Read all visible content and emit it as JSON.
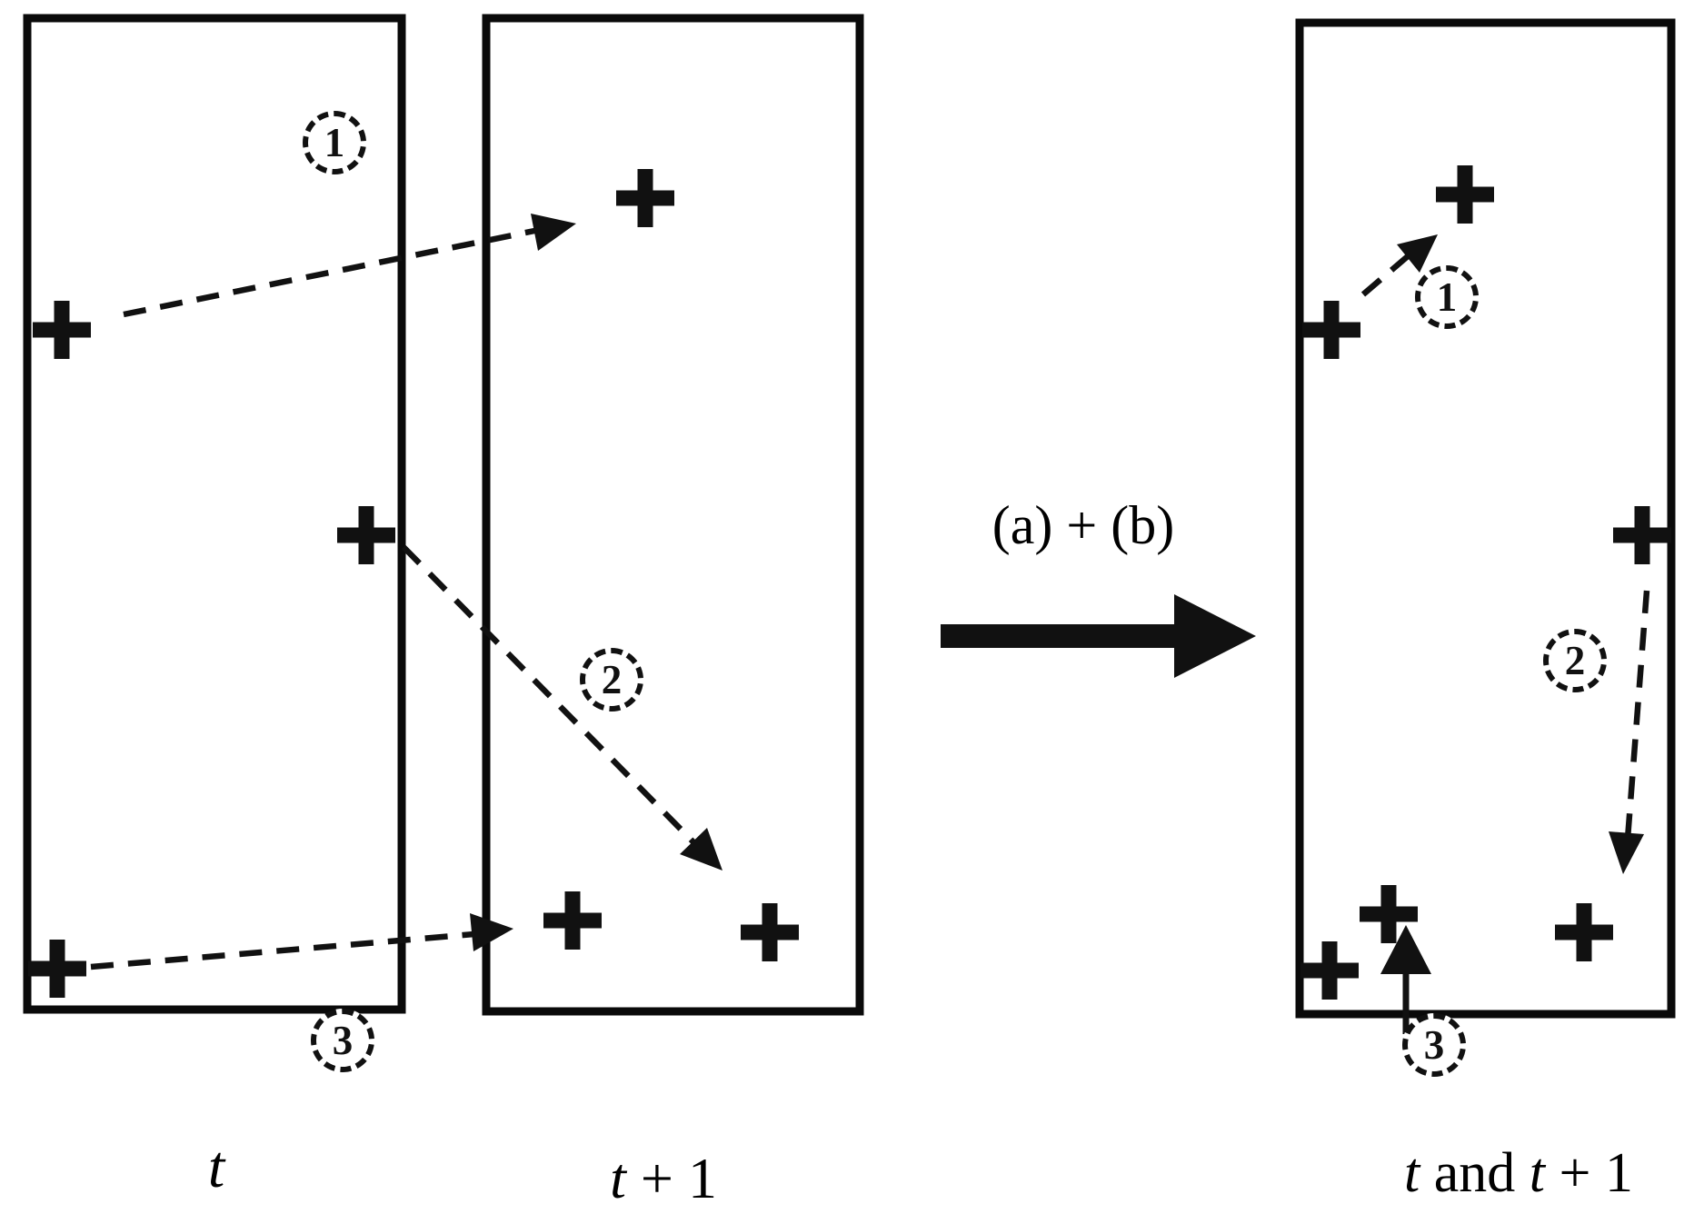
{
  "figure": {
    "transform_label": "(a) + (b)",
    "captions": {
      "t": {
        "italic": "t"
      },
      "t_plus_1": {
        "italic": "t",
        "rest": " + 1"
      },
      "overlay": {
        "italic1": "t",
        "mid": " and ",
        "italic2": "t",
        "rest": " + 1"
      }
    },
    "badges": {
      "one": "1",
      "two": "2",
      "three": "3"
    },
    "centroid_symbol": "+",
    "icons": {
      "centroid_marker": "plus-cross-icon",
      "match_arrow": "dashed-arrow-icon",
      "transform_arrow": "solid-right-arrow-icon",
      "step_badge": "dashed-circle-number-icon"
    },
    "colors": {
      "region_time_t": "#e9e9e9",
      "region_time_t1": "#c7c7c7",
      "outline": "#1a1a1a",
      "panel_border": "#0a0a0a",
      "background": "#ffffff"
    }
  }
}
